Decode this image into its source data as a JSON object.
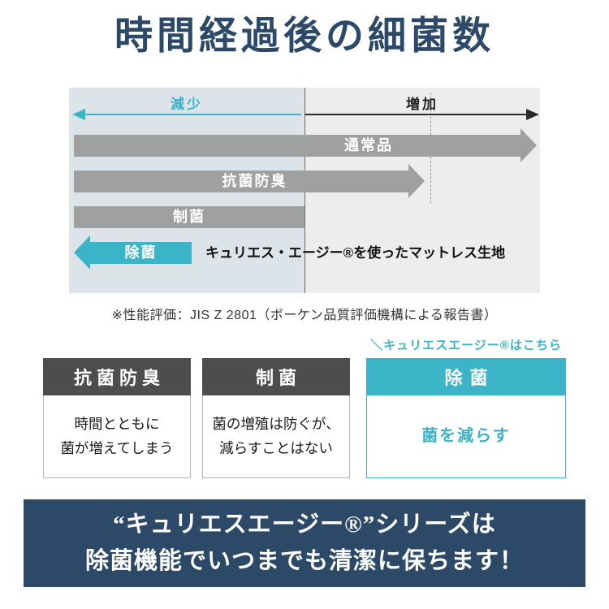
{
  "title": "時間経過後の細菌数",
  "chart": {
    "axis_left_label": "減少",
    "axis_right_label": "増加",
    "bars": [
      {
        "label": "通常品"
      },
      {
        "label": "抗菌防臭"
      },
      {
        "label": "制菌"
      },
      {
        "label": "除菌",
        "annotation": "キュリエス・エージー®を使ったマットレス生地"
      }
    ],
    "note": "※性能評価：JIS Z 2801（ボーケン品質評価機構による報告書）"
  },
  "callout": "＼キュリエスエージー®はこちら",
  "cards": [
    {
      "title": "抗菌防臭",
      "body": "時間とともに\n菌が増えてしまう"
    },
    {
      "title": "制菌",
      "body": "菌の増殖は防ぐが、\n減らすことはない"
    },
    {
      "title": "除菌",
      "body": "菌を減らす"
    }
  ],
  "banner": {
    "line1": "“キュリエスエージー®”シリーズは",
    "line2": "除菌機能でいつまでも清潔に保ちます！"
  },
  "colors": {
    "navy": "#2c4a67",
    "teal": "#3cb4c7",
    "arrow_gray": "#9fa0a0",
    "header_gray": "#4d4d4d"
  }
}
